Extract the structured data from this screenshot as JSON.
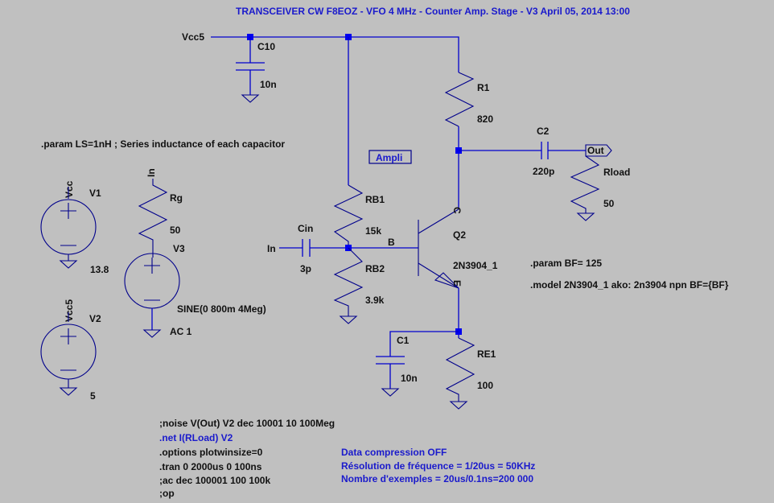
{
  "title": "TRANSCEIVER CW F8EOZ - VFO 4 MHz - Counter Amp. Stage - V3 April 05, 2014 13:00",
  "colors": {
    "background": "#c0c0c0",
    "wire": "#0000cc",
    "component": "#00008b",
    "text": "#111111",
    "directive_blue": "#1a1acc"
  },
  "nets": {
    "vcc5": "Vcc5",
    "vcc": "Vcc",
    "vcc5_v2": "Vcc5",
    "in_rg": "In",
    "in_cin": "In",
    "out": "Out",
    "base": "B",
    "ampli_label": "Ampli"
  },
  "components": {
    "c10": {
      "name": "C10",
      "value": "10n"
    },
    "r1": {
      "name": "R1",
      "value": "820"
    },
    "c2": {
      "name": "C2",
      "value": "220p"
    },
    "rload": {
      "name": "Rload",
      "value": "50"
    },
    "rb1": {
      "name": "RB1",
      "value": "15k"
    },
    "rb2": {
      "name": "RB2",
      "value": "3.9k"
    },
    "cin": {
      "name": "Cin",
      "value": "3p"
    },
    "q2": {
      "name": "Q2",
      "value": "2N3904_1",
      "pin_c": "C",
      "pin_e": "E"
    },
    "c1": {
      "name": "C1",
      "value": "10n"
    },
    "re1": {
      "name": "RE1",
      "value": "100"
    },
    "rg": {
      "name": "Rg",
      "value": "50"
    },
    "v1": {
      "name": "V1",
      "value": "13.8"
    },
    "v2": {
      "name": "V2",
      "value": "5"
    },
    "v3": {
      "name": "V3",
      "value": "SINE(0 800m 4Meg)",
      "ac": "AC 1"
    }
  },
  "directives": {
    "param_ls": ".param LS=1nH  ;  Series inductance of each capacitor",
    "param_bf": ".param BF= 125",
    "model": ".model 2N3904_1 ako: 2n3904  npn BF={BF}",
    "noise": ";noise V(Out) V2 dec 10001 10 100Meg",
    "net": ".net I(RLoad) V2",
    "options": ".options plotwinsize=0",
    "tran": ".tran 0 2000us 0 100ns",
    "ac": ";ac dec 100001 100 100k",
    "op": ";op"
  },
  "notes": {
    "compression": "Data compression OFF",
    "resolution": "Résolution de fréquence = 1/20us = 50KHz",
    "samples": "Nombre d'exemples = 20us/0.1ns=200 000"
  }
}
